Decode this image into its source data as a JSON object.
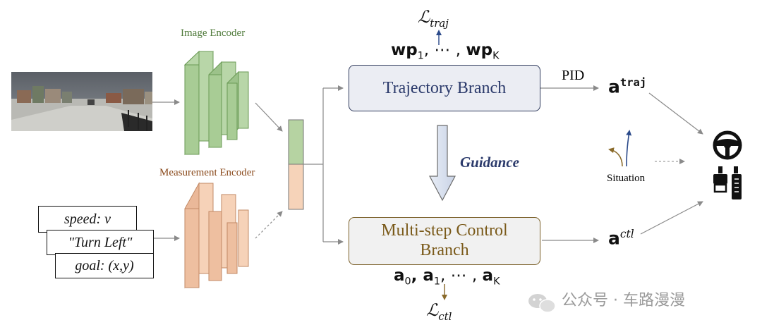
{
  "encoders": {
    "image_encoder_label": "Image Encoder",
    "measurement_encoder_label": "Measurement Encoder",
    "image_color": "#4f7a3a",
    "measurement_color": "#8a4a1c"
  },
  "inputs": {
    "measurements": [
      "speed: v",
      "\"Turn Left\"",
      "goal: (x,y)"
    ]
  },
  "branches": {
    "trajectory_label": "Trajectory Branch",
    "trajectory_color": "#2b3a6b",
    "control_label_line1": "Multi-step Control",
    "control_label_line2": "Branch",
    "control_color": "#7a5a1a",
    "guidance_label": "Guidance"
  },
  "outputs": {
    "loss_traj_symbol": "ℒ",
    "loss_traj_sub": "traj",
    "waypoints_main": "wp",
    "waypoints_sub_1": "1",
    "waypoints_ellipsis": ", ⋯ , ",
    "waypoints_sub_k": "K",
    "pid_label": "PID",
    "a_traj_main": "a",
    "a_traj_sup": "traj",
    "a_ctl_main": "a",
    "a_ctl_sup": "ctl",
    "actions_main": "a",
    "actions_sub_0": "0",
    "actions_sub_1": "1",
    "actions_ellipsis": ", ⋯ , ",
    "actions_sub_k": "K",
    "loss_ctl_symbol": "ℒ",
    "loss_ctl_sub": "ctl",
    "situation_label": "Situation"
  },
  "watermark": {
    "text": "公众号 · 车路漫漫"
  }
}
